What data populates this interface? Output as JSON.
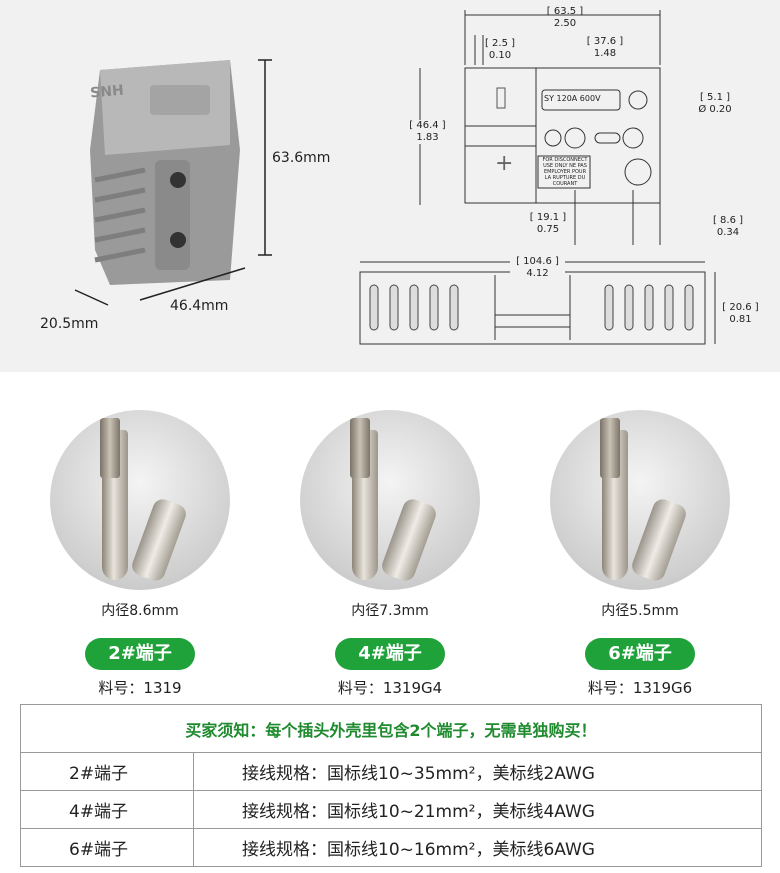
{
  "photo_dims": {
    "height": "63.6mm",
    "width": "46.4mm",
    "depth": "20.5mm",
    "logo": "SNH"
  },
  "drawing": {
    "overall_width": {
      "mm": "[ 63.5 ]",
      "in": "2.50"
    },
    "offset": {
      "mm": "[ 2.5 ]",
      "in": "0.10"
    },
    "body_width": {
      "mm": "[ 37.6 ]",
      "in": "1.48"
    },
    "height": {
      "mm": "[ 46.4 ]",
      "in": "1.83"
    },
    "hole": {
      "mm": "[ 5.1 ]",
      "in": "Ø 0.20"
    },
    "pitch": {
      "mm": "[ 19.1 ]",
      "in": "0.75"
    },
    "edge": {
      "mm": "[ 8.6 ]",
      "in": "0.34"
    },
    "length": {
      "mm": "[ 104.6 ]",
      "in": "4.12"
    },
    "thickness": {
      "mm": "[ 20.6 ]",
      "in": "0.81"
    },
    "rating_label": "SY  120A  600V",
    "warning_label": "FOR DISCONNECT USE ONLY NE PAS EMPLOYER POUR LA RUPTURE DU COURANT"
  },
  "terminals": [
    {
      "diameter": "内径8.6mm",
      "name": "2#端子",
      "part": "料号：1319"
    },
    {
      "diameter": "内径7.3mm",
      "name": "4#端子",
      "part": "料号：1319G4"
    },
    {
      "diameter": "内径5.5mm",
      "name": "6#端子",
      "part": "料号：1319G6"
    }
  ],
  "table": {
    "notice": "买家须知：每个插头外壳里包含2个端子，无需单独购买！",
    "rows": [
      {
        "name": "2#端子",
        "spec": "接线规格：国标线10~35mm²，美标线2AWG"
      },
      {
        "name": "4#端子",
        "spec": "接线规格：国标线10~21mm²，美标线4AWG"
      },
      {
        "name": "6#端子",
        "spec": "接线规格：国标线10~16mm²，美标线6AWG"
      }
    ]
  },
  "colors": {
    "accent": "#1fa23a",
    "notice": "#1f8a2e"
  }
}
